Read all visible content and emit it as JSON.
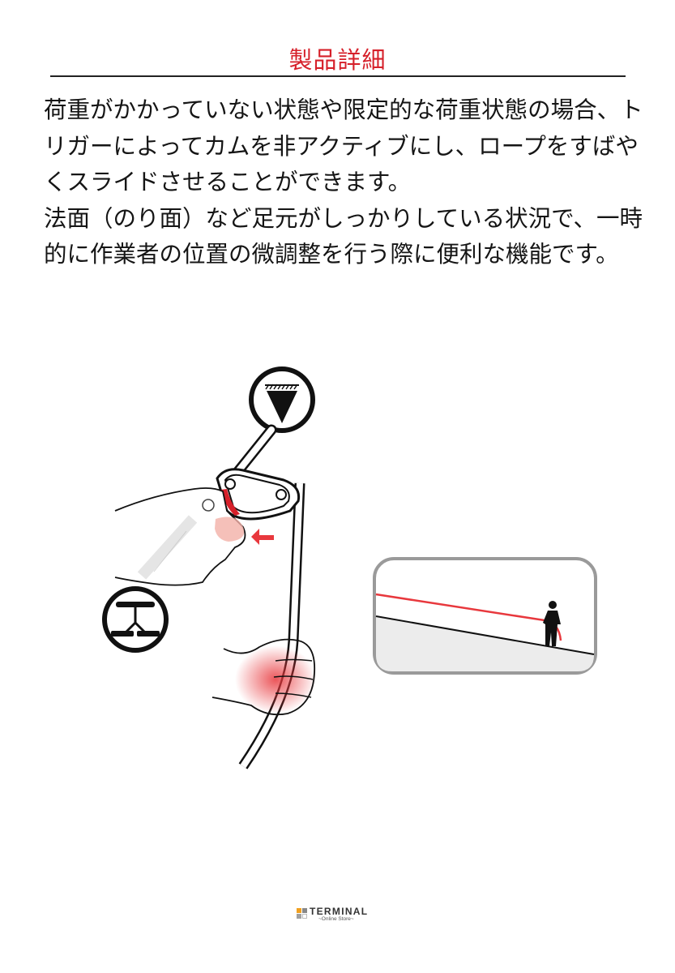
{
  "header": {
    "title": "製品詳細",
    "title_color": "#d6202a"
  },
  "description": {
    "paragraphs": [
      "荷重がかかっていない状態や限定的な荷重状態の場合、トリガーによってカムを非アクティブにし、ロープをすばやくスライドさせることができます。",
      "法面（のり面）など足元がしっかりしている状況で、一時的に作業者の位置の微調整を行う際に便利な機能です。"
    ]
  },
  "illustration": {
    "main": "hand-operating-rope-clamp-trigger",
    "icons": [
      "anchor-load-triangle-icon",
      "harness-icon"
    ],
    "inset": "worker-on-slope-with-rope",
    "accent_color": "#e8383d"
  },
  "footer": {
    "logo_text": "TERMINAL",
    "logo_sub": "~Online Store~",
    "logo_colors": [
      "#f0a020",
      "#888888",
      "#a0a0a0",
      "#ffffff"
    ]
  }
}
